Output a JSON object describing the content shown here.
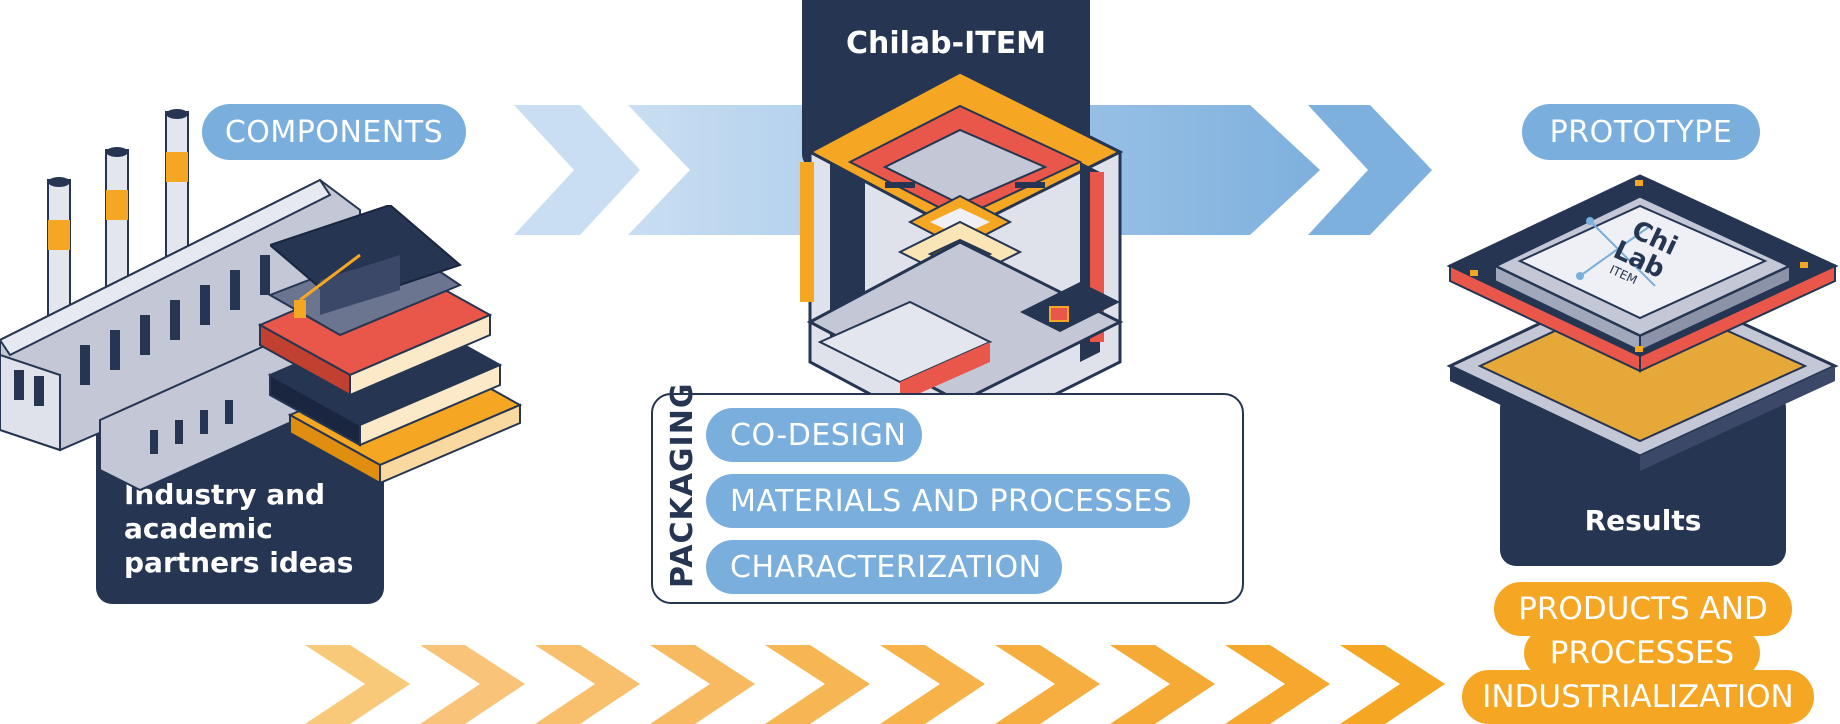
{
  "labels": {
    "components": "COMPONENTS",
    "chilab": "Chilab-ITEM",
    "prototype": "PROTOTYPE",
    "partners": "Industry and academic partners ideas",
    "results": "Results",
    "packaging": "PACKAGING",
    "co_design": "CO-DESIGN",
    "materials": "MATERIALS AND PROCESSES",
    "characterization": "CHARACTERIZATION",
    "products_line1": "PRODUCTS AND",
    "products_line2": "PROCESSES",
    "products_line3": "INDUSTRIALIZATION",
    "chip_logo_line1": "Chi",
    "chip_logo_line2": "Lab",
    "chip_logo_line3": "ITEM"
  },
  "colors": {
    "navy": "#253552",
    "blue_light": "#c7dcf1",
    "blue_mid": "#9fc4e7",
    "blue_pill": "#7aaedc",
    "orange": "#f5a623",
    "orange_light": "#f9c97a",
    "red": "#e8574a"
  },
  "icons": [
    "factory-icon",
    "books-icon",
    "graduation-cap-icon",
    "machine-icon",
    "chip-icon"
  ]
}
